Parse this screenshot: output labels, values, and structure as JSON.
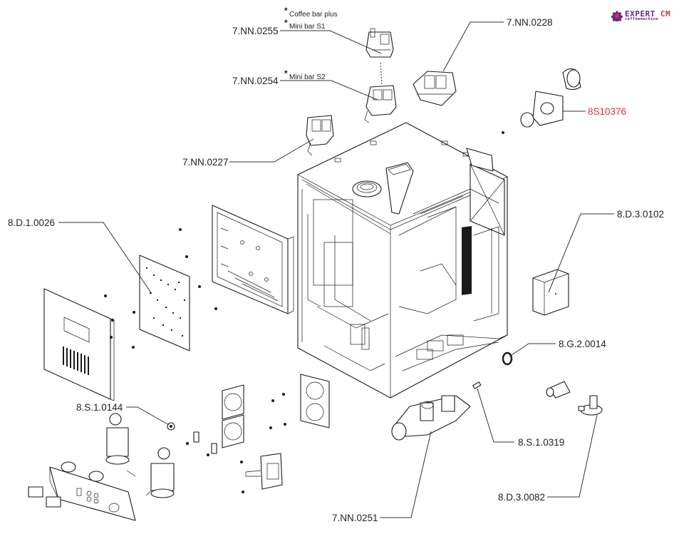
{
  "brand": {
    "name_part1": "EXPERT",
    "name_part2": " CM",
    "tagline": "coffeemachine",
    "colors": {
      "primary": "#6b2a86",
      "accent": "#d8343c"
    }
  },
  "diagram": {
    "type": "exploded-parts-diagram",
    "subject": "Coffee machine chassis assembly",
    "callouts": [
      {
        "id": "7.NN.0255",
        "label": "7.NN.0255",
        "notes": [
          "Coffee bar plus",
          "Mini bar S1"
        ]
      },
      {
        "id": "7.NN.0254",
        "label": "7.NN.0254",
        "notes": [
          "Mini bar S2"
        ]
      },
      {
        "id": "7.NN.0228",
        "label": "7.NN.0228",
        "notes": []
      },
      {
        "id": "8S10376",
        "label": "8S10376",
        "notes": [],
        "highlight": true
      },
      {
        "id": "7.NN.0227",
        "label": "7.NN.0227",
        "notes": []
      },
      {
        "id": "8.D.1.0026",
        "label": "8.D.1.0026",
        "notes": []
      },
      {
        "id": "8.D.3.0102",
        "label": "8.D.3.0102",
        "notes": []
      },
      {
        "id": "8.G.2.0014",
        "label": "8.G.2.0014",
        "notes": []
      },
      {
        "id": "8.S.1.0144",
        "label": "8.S.1.0144",
        "notes": []
      },
      {
        "id": "8.S.1.0319",
        "label": "8.S.1.0319",
        "notes": []
      },
      {
        "id": "8.D.3.0082",
        "label": "8.D.3.0082",
        "notes": []
      },
      {
        "id": "7.NN.0251",
        "label": "7.NN.0251",
        "notes": []
      }
    ],
    "note_marker": "*"
  }
}
